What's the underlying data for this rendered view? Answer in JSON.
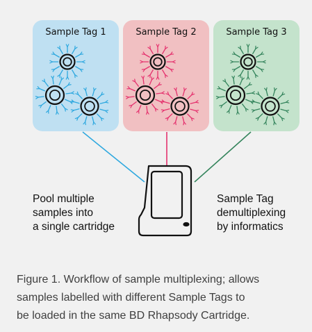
{
  "panels": [
    {
      "title": "Sample Tag 1",
      "color": "#2ea8df",
      "bg": "#bfe0f2"
    },
    {
      "title": "Sample Tag 2",
      "color": "#e5326e",
      "bg": "#f1c0c2"
    },
    {
      "title": "Sample Tag 3",
      "color": "#34845c",
      "bg": "#c4e3cc"
    }
  ],
  "left_text": {
    "line1": "Pool multiple",
    "line2": "samples into",
    "line3": "a single cartridge"
  },
  "right_text": {
    "line1": "Sample Tag",
    "line2": "demultiplexing",
    "line3": "by informatics"
  },
  "caption": {
    "line1": "Figure 1. Workflow of sample multiplexing; allows",
    "line2": "samples labelled with different Sample Tags to",
    "line3": "be loaded in the same BD Rhapsody Cartridge."
  },
  "colors": {
    "background": "#f1f1f1",
    "outline": "#111111"
  }
}
